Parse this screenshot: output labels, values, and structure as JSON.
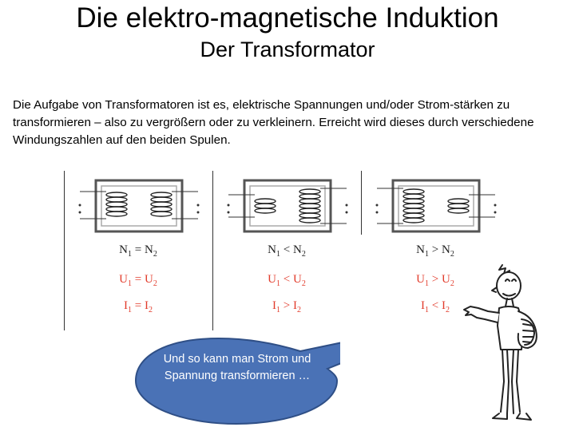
{
  "title": "Die elektro-magnetische Induktion",
  "subtitle": "Der Transformator",
  "body_text": "Die Aufgabe von Transformatoren ist es, elektrische Spannungen und/oder Strom-stärken zu transformieren – also zu vergrößern oder zu verkleinern. Erreicht wird dieses durch verschiedene Windungszahlen auf den beiden Spulen.",
  "figure": {
    "columns": [
      {
        "n": [
          "N",
          "1",
          " = N",
          "2"
        ],
        "u": [
          "U",
          "1",
          " = U",
          "2"
        ],
        "i": [
          "I",
          "1",
          " = I",
          "2"
        ]
      },
      {
        "n": [
          "N",
          "1",
          " < N",
          "2"
        ],
        "u": [
          "U",
          "1",
          " < U",
          "2"
        ],
        "i": [
          "I",
          "1",
          " > I",
          "2"
        ]
      },
      {
        "n": [
          "N",
          "1",
          " > N",
          "2"
        ],
        "u": [
          "U",
          "1",
          " > U",
          "2"
        ],
        "i": [
          "I",
          "1",
          " < I",
          "2"
        ]
      }
    ]
  },
  "speech_bubble": {
    "text": "Und so kann man Strom und Spannung transformieren …"
  },
  "colors": {
    "formula_red": "#e23b2b",
    "bubble_fill": "#4a72b6",
    "bubble_stroke": "#2f4f86"
  }
}
